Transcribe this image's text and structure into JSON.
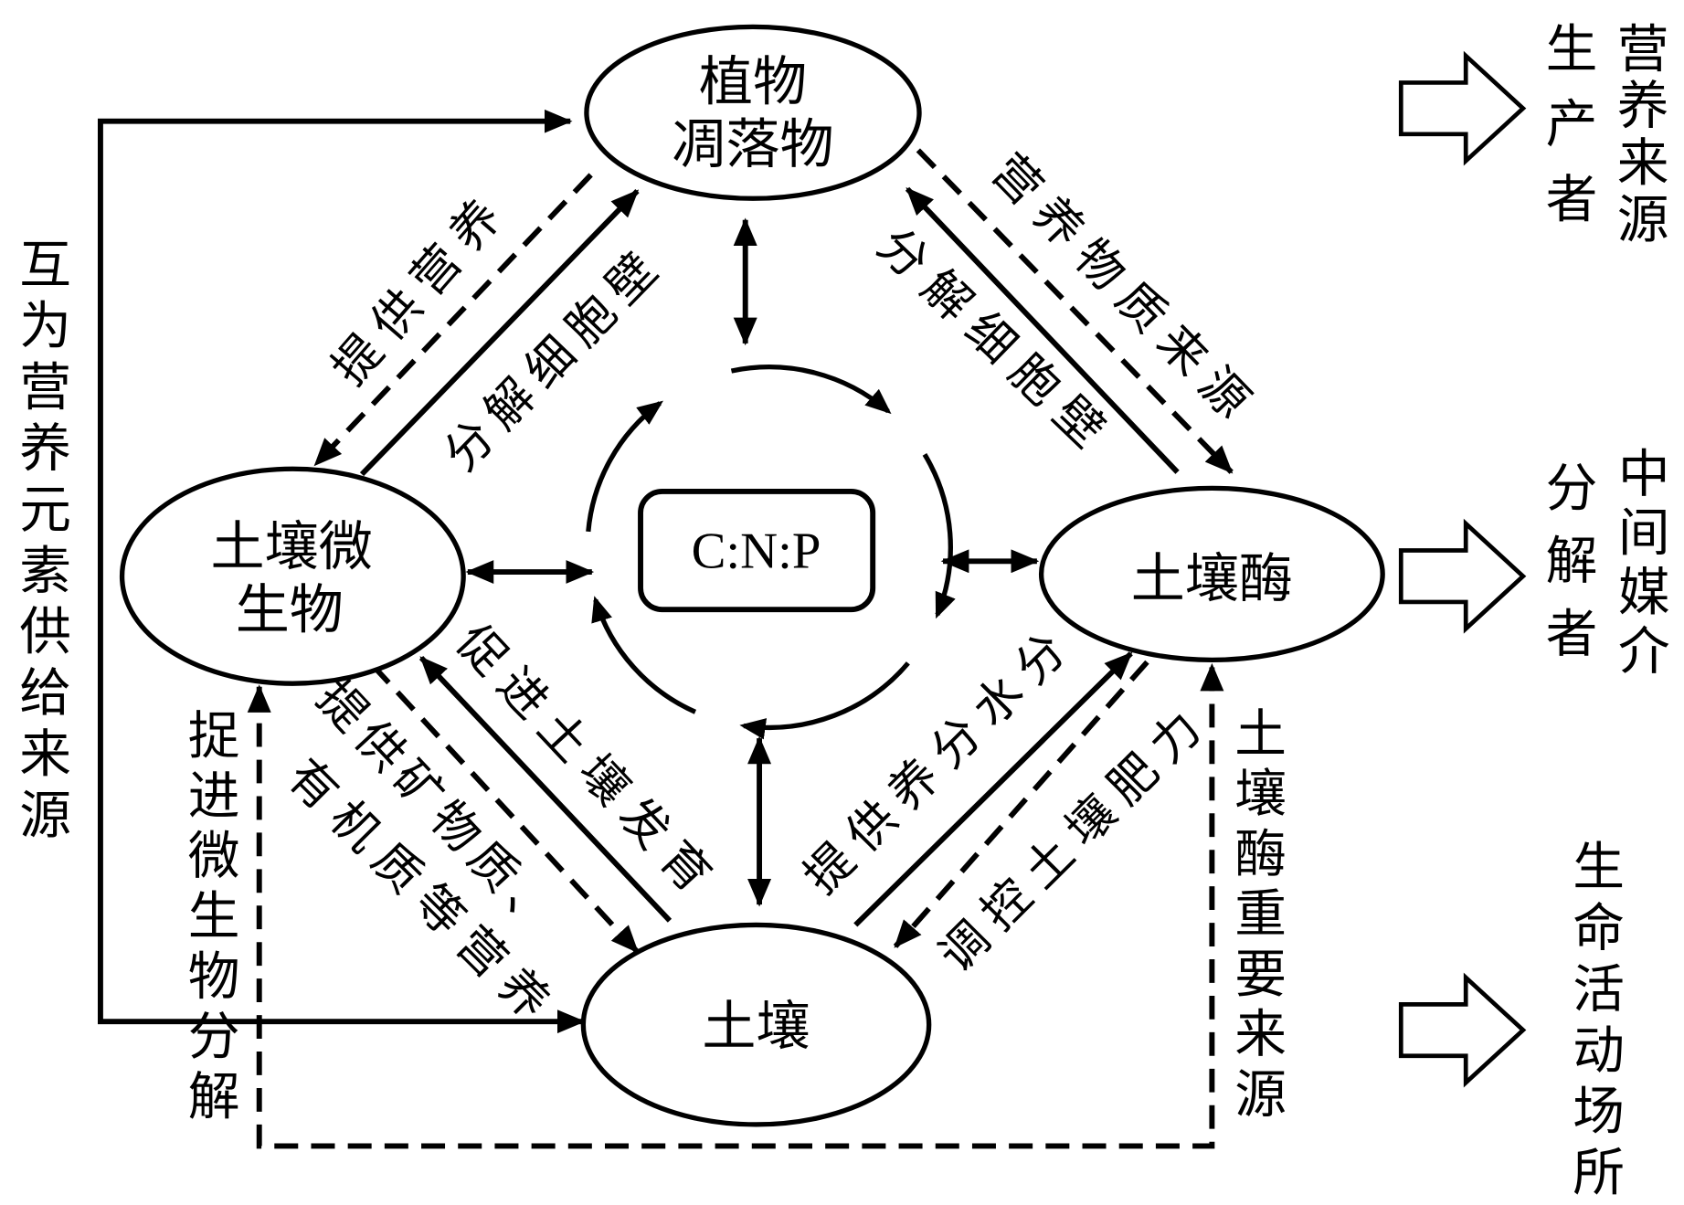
{
  "nodes": {
    "plant_litter": {
      "lines": [
        "植物",
        "凋落物"
      ]
    },
    "soil_microbes": {
      "lines": [
        "土壤微",
        "生物"
      ]
    },
    "soil_enzymes": {
      "label": "土壤酶"
    },
    "soil": {
      "label": "土壤"
    }
  },
  "center": {
    "label": "C:N:P"
  },
  "edge_labels": {
    "microbes_litter_nutrient": "提供营养",
    "microbes_litter_decompose": "分解细胞壁",
    "enzymes_litter_source": "营养物质来源",
    "enzymes_litter_decompose": "分解细胞壁",
    "microbes_soil_develop": "促进土壤发育",
    "microbes_soil_supply": [
      "提供矿物质、",
      "有机质等营养"
    ],
    "soil_enzymes_supply": "提供养分水分",
    "soil_enzymes_regulate": "调控土壤肥力",
    "litter_soil_mutual": "互为营养元素供给来源",
    "soil_microbes_promote": "捉进微生物分解",
    "soil_enzymes_source": "土壤酶重要来源"
  },
  "roles": {
    "plant_litter": {
      "columns": [
        "营养来源",
        "生产者"
      ]
    },
    "soil_enzymes": {
      "columns": [
        "中间媒介",
        "分解者"
      ]
    },
    "soil": {
      "columns": [
        "生命活动场所"
      ]
    }
  },
  "colors": {
    "stroke": "#000000",
    "background": "#ffffff"
  }
}
